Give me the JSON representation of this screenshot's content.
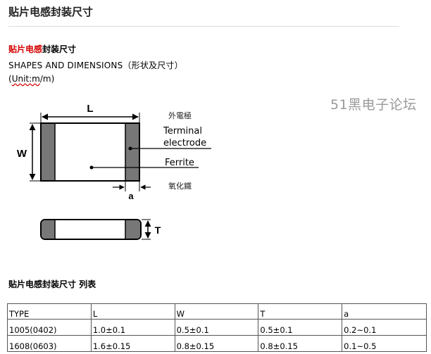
{
  "page": {
    "title": "贴片电感封装尺寸"
  },
  "section": {
    "heading_highlight": "贴片电感",
    "heading_rest": "封装尺寸",
    "english": "SHAPES AND DIMENSIONS（形状及尺寸）",
    "unit_open": "(",
    "unit_word": "Unit:m",
    "unit_close": "/m)"
  },
  "watermark": "51黑电子论坛",
  "diagram": {
    "label_L": "L",
    "label_W": "W",
    "label_a": "a",
    "label_T": "T",
    "outer_electrode_cn": "外電極",
    "terminal_line1": "Terminal",
    "terminal_line2": "electrode",
    "ferrite": "Ferrite",
    "oxide_cn": "氧化鐵"
  },
  "table": {
    "heading": "贴片电感封装尺寸 列表",
    "columns": [
      "TYPE",
      "L",
      "W",
      "T",
      "a"
    ],
    "rows": [
      [
        "1005(0402)",
        "1.0±0.1",
        "0.5±0.1",
        "0.5±0.1",
        "0.2~0.1"
      ],
      [
        "1608(0603)",
        "1.6±0.15",
        "0.8±0.15",
        "0.8±0.15",
        "0.1~0.5"
      ]
    ]
  },
  "colors": {
    "highlight_red": "#d40000",
    "electrode_gray": "#777777",
    "watermark_gray": "#9a9a9a"
  }
}
